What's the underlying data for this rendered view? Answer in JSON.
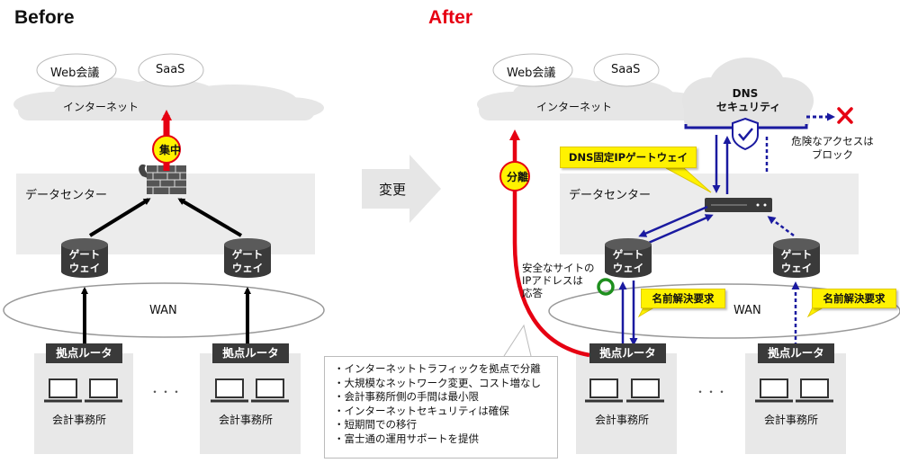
{
  "before": {
    "title": "Before",
    "cloud_web": "Web会議",
    "cloud_saas": "SaaS",
    "internet": "インターネット",
    "datacenter": "データセンター",
    "concentrate_badge": "集中",
    "gateway_label": "ゲート\nウェイ",
    "wan": "WAN",
    "router": "拠点ルータ",
    "office": "会計事務所",
    "ellipsis": "・・・"
  },
  "change_label": "変更",
  "after": {
    "title": "After",
    "cloud_web": "Web会議",
    "cloud_saas": "SaaS",
    "internet": "インターネット",
    "dns_security": "DNS\nセキュリティ",
    "danger_access": "危険なアクセスは\nブロック",
    "dns_gateway_label": "DNS固定IPゲートウェイ",
    "datacenter": "データセンター",
    "separate_badge": "分離",
    "gateway_label": "ゲート\nウェイ",
    "safe_ip": "安全なサイトの\nIPアドレスは\n応答",
    "name_resolution": "名前解決要求",
    "wan": "WAN",
    "router": "拠点ルータ",
    "office": "会計事務所",
    "ellipsis": "・・・"
  },
  "benefits": [
    "・インターネットトラフィックを拠点で分離",
    "・大規模なネットワーク変更、コスト増なし",
    "・会計事務所側の手間は最小限",
    "・インターネットセキュリティは確保",
    "・短期間での移行",
    "・富士通の運用サポートを提供"
  ],
  "colors": {
    "red": "#e60012",
    "navy": "#1a1aa0",
    "dark": "#3a3a3a",
    "gray_panel": "#ececec",
    "yellow": "#fff200",
    "green": "#1e8f1e"
  }
}
